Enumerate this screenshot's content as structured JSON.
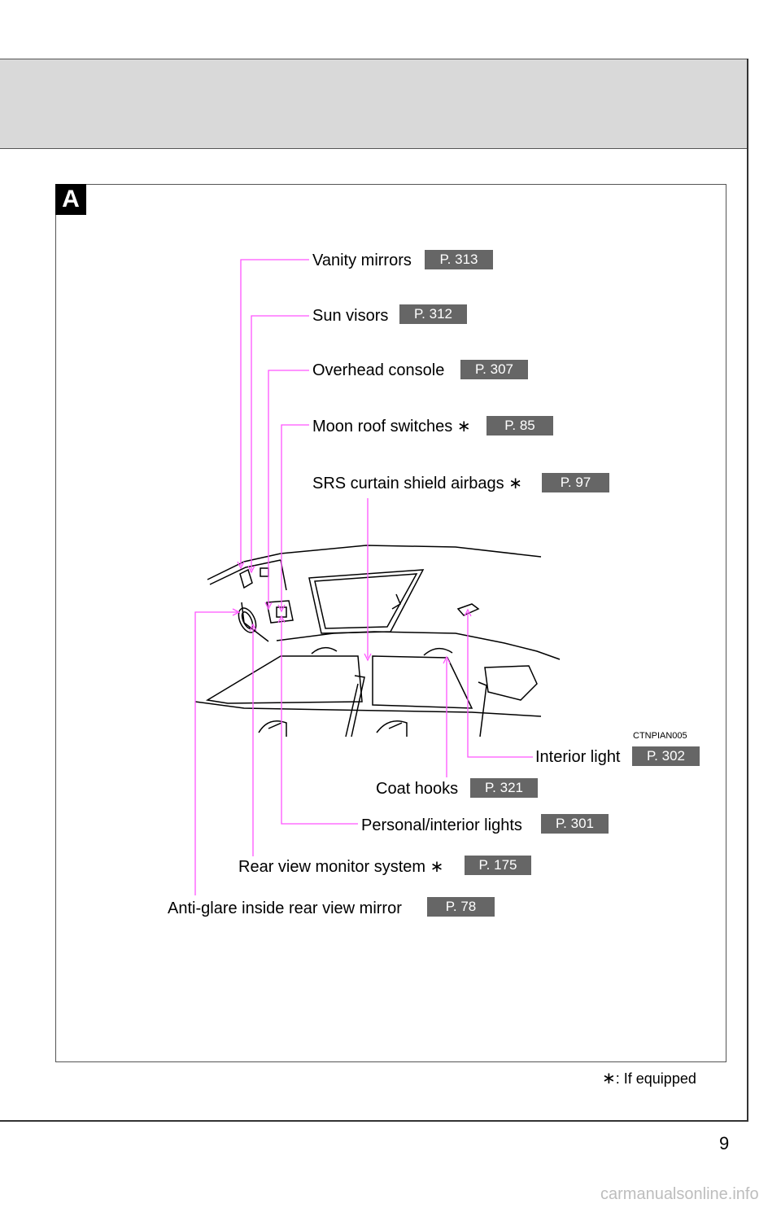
{
  "section_badge": "A",
  "callouts": {
    "vanity_mirrors": {
      "label": "Vanity mirrors",
      "page": "P. 313"
    },
    "sun_visors": {
      "label": "Sun visors",
      "page": "P. 312"
    },
    "overhead_console": {
      "label": "Overhead console",
      "page": "P. 307"
    },
    "moon_roof_switches": {
      "label": "Moon roof switches",
      "star": "∗",
      "page": "P. 85"
    },
    "srs_airbags": {
      "label": "SRS curtain shield airbags",
      "star": "∗",
      "page": "P. 97"
    },
    "interior_light": {
      "label": "Interior light",
      "page": "P. 302"
    },
    "coat_hooks": {
      "label": "Coat hooks",
      "page": "P. 321"
    },
    "personal_lights": {
      "label": "Personal/interior lights",
      "page": "P. 301"
    },
    "rear_view_monitor": {
      "label": "Rear view monitor system",
      "star": "∗",
      "page": "P. 175"
    },
    "anti_glare_mirror": {
      "label": "Anti-glare inside rear view mirror",
      "page": "P. 78"
    }
  },
  "image_code": "CTNPIAN005",
  "footnote": {
    "star": "∗",
    "text": ": If equipped"
  },
  "page_number": "9",
  "watermark": "carmanualsonline.info",
  "colors": {
    "leader_line": "#ff55ff",
    "page_tag": "#666666",
    "header_band": "#d9d9d9"
  }
}
